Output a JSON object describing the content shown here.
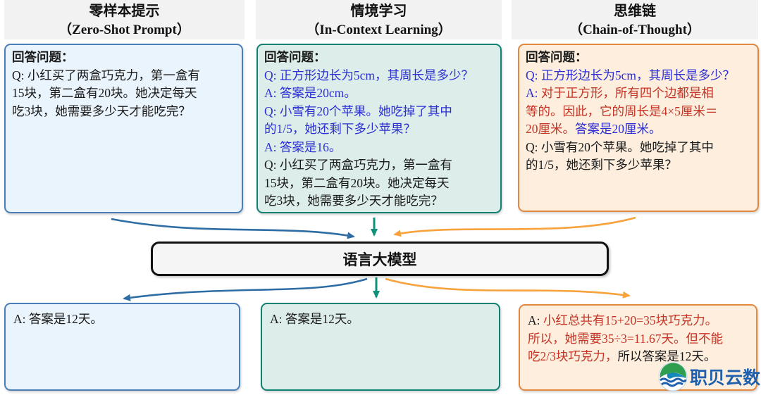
{
  "palette": {
    "blue_text": "#2b2fd4",
    "red_text": "#c53426",
    "black_text": "#1a1a1a",
    "arrow_blue": "#2e6da4",
    "arrow_teal": "#12917a",
    "arrow_orange": "#f7a23b",
    "zero_shot_border": "#4b7db8",
    "zero_shot_bg": "#eaf4fc",
    "icl_border": "#0e8272",
    "icl_bg": "#ddeeea",
    "cot_border": "#e2883f",
    "cot_bg": "#fdeedd",
    "header_bg": "#f2f2f2",
    "model_bg": "#f5f5f5",
    "model_border": "#111111",
    "logo_blue": "#1e5fae",
    "logo_green": "#2f9e4f",
    "logo_teal": "#1488b8"
  },
  "columns": [
    {
      "header": {
        "title_zh": "零样本提示",
        "title_en": "（Zero-Shot Prompt）"
      },
      "prompt_segments": [
        {
          "text": "回答问题：",
          "bold": true,
          "color": "#1a1a1a"
        },
        {
          "text": "\nQ: 小红买了两盒巧克力，第一盒有\n15块，第二盒有20块。她决定每天\n吃3块，她需要多少天才能吃完？",
          "color": "#1a1a1a"
        }
      ],
      "answer_segments": [
        {
          "text": "A: 答案是12天。",
          "color": "#1a1a1a"
        }
      ]
    },
    {
      "header": {
        "title_zh": "情境学习",
        "title_en": "（In-Context Learning）"
      },
      "prompt_segments": [
        {
          "text": "回答问题：",
          "bold": true,
          "color": "#1a1a1a"
        },
        {
          "text": "\n",
          "color": "#1a1a1a"
        },
        {
          "text": "Q: 正方形边长为5cm，其周长是多少？\nA: 答案是20cm。\nQ: 小雪有20个苹果。她吃掉了其中\n的1/5，她还剩下多少苹果？\nA: 答案是16。",
          "color": "#2b2fd4"
        },
        {
          "text": "\nQ: 小红买了两盒巧克力，第一盒有\n15块，第二盒有20块。她决定每天\n吃3块，她需要多少天才能吃完？",
          "color": "#1a1a1a"
        }
      ],
      "answer_segments": [
        {
          "text": "A: 答案是12天。",
          "color": "#1a1a1a"
        }
      ]
    },
    {
      "header": {
        "title_zh": "思维链",
        "title_en": "（Chain-of-Thought）"
      },
      "prompt_segments": [
        {
          "text": "回答问题：",
          "bold": true,
          "color": "#1a1a1a"
        },
        {
          "text": "\n",
          "color": "#1a1a1a"
        },
        {
          "text": "Q: 正方形边长为5cm，其周长是多少？\nA: ",
          "color": "#2b2fd4"
        },
        {
          "text": "对于正方形，所有四个边都是相\n等的。因此，它的周长是4×5厘米＝\n20厘米。",
          "color": "#c53426"
        },
        {
          "text": "答案是20厘米。",
          "color": "#2b2fd4"
        },
        {
          "text": "\nQ: 小雪有20个苹果。她吃掉了其中\n的1/5，她还剩下多少苹果？",
          "color": "#1a1a1a"
        }
      ],
      "answer_segments": [
        {
          "text": "A: ",
          "color": "#1a1a1a"
        },
        {
          "text": "小红总共有15+20=35块巧克力。\n所以，她需要35÷3=11.67天。但不能\n吃2/3块巧克力，",
          "color": "#c53426"
        },
        {
          "text": "所以答案是12天。",
          "color": "#1a1a1a"
        }
      ]
    }
  ],
  "model_box": {
    "label": "语言大模型"
  },
  "logo": {
    "text": "职贝云数"
  }
}
